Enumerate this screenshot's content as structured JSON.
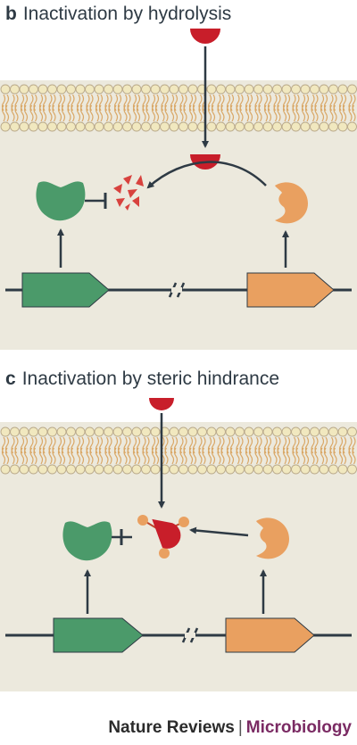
{
  "panel_b": {
    "letter": "b",
    "title": "Inactivation by hydrolysis"
  },
  "panel_c": {
    "letter": "c",
    "title": "Inactivation by steric hindrance"
  },
  "footer": {
    "journal": "Nature Reviews",
    "separator": "|",
    "field": "Microbiology"
  },
  "colors": {
    "background_panel": "#ece9dd",
    "membrane_head": "#f1e8bf",
    "membrane_tail": "#d9a766",
    "signal_molecule": "#c81e2a",
    "green_protein": "#4b9a6a",
    "orange_protein": "#e9a060",
    "line": "#2e3a44",
    "footer_field": "#7a2a63"
  }
}
